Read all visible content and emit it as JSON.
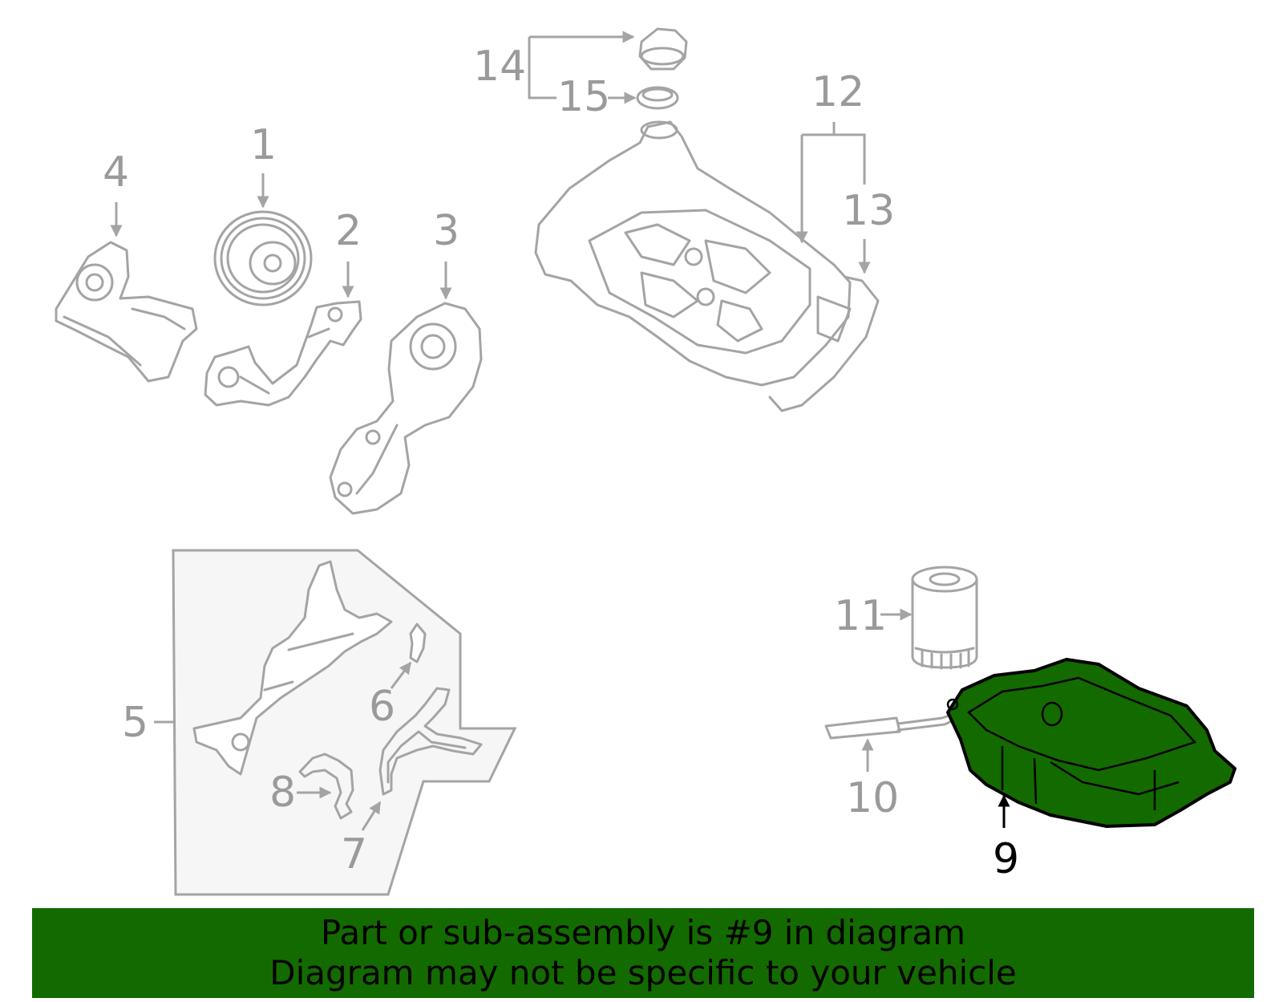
{
  "callouts": {
    "c1": "1",
    "c2": "2",
    "c3": "3",
    "c4": "4",
    "c5": "5",
    "c6": "6",
    "c7": "7",
    "c8": "8",
    "c9": "9",
    "c10": "10",
    "c11": "11",
    "c12": "12",
    "c13": "13",
    "c14": "14",
    "c15": "15"
  },
  "highlight": {
    "part_number": "9",
    "fill_color": "#136b00",
    "outline_color": "#000000"
  },
  "colors": {
    "line_gray": "#a4a4a4",
    "label_gray": "#9a9a9a",
    "banner_green": "#136b00"
  },
  "banner": {
    "line1": "Part or sub-assembly is #9 in diagram",
    "line2": "Diagram may not be specific to your vehicle"
  }
}
